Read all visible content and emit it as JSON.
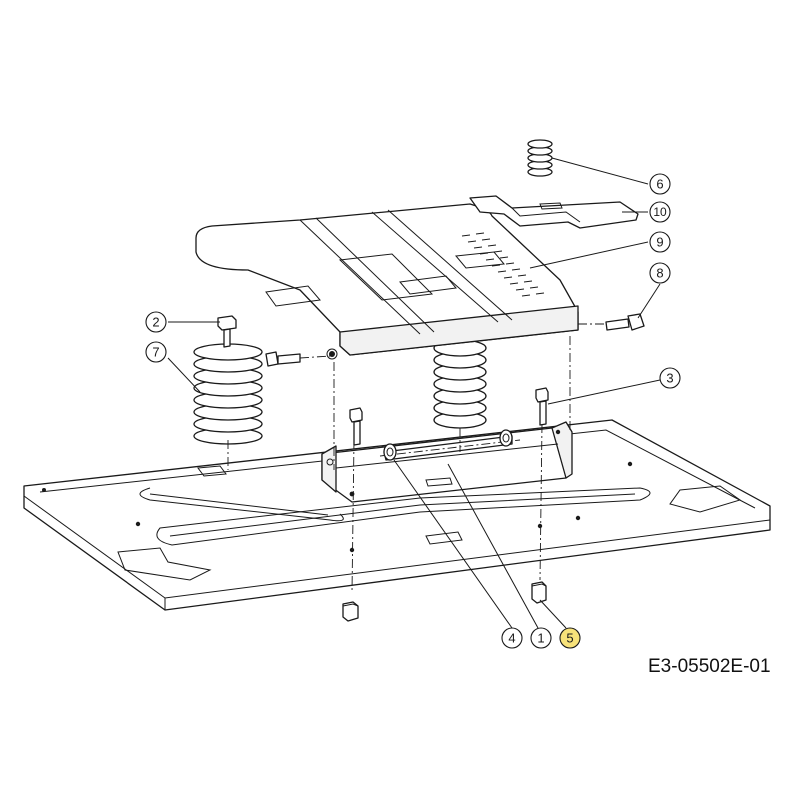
{
  "diagram": {
    "drawing_code": "E3-05502E-01",
    "highlight_color": "#f7e27a",
    "line_color": "#1a1a1a",
    "callouts": [
      {
        "label": "1",
        "highlighted": false
      },
      {
        "label": "2",
        "highlighted": false
      },
      {
        "label": "3",
        "highlighted": false
      },
      {
        "label": "4",
        "highlighted": false
      },
      {
        "label": "5",
        "highlighted": true
      },
      {
        "label": "6",
        "highlighted": false
      },
      {
        "label": "7",
        "highlighted": false
      },
      {
        "label": "8",
        "highlighted": false
      },
      {
        "label": "9",
        "highlighted": false
      },
      {
        "label": "10",
        "highlighted": false
      }
    ]
  }
}
